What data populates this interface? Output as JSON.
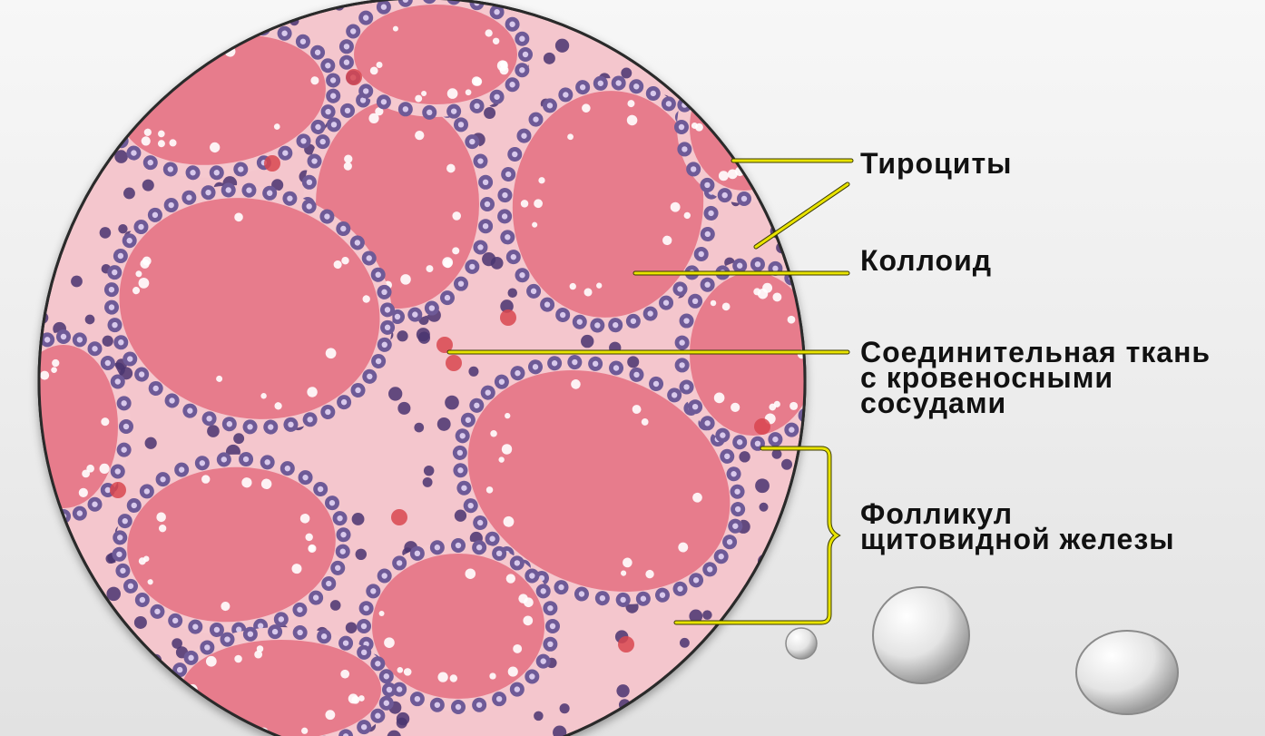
{
  "labels": {
    "thyrocytes": "Тироциты",
    "colloid": "Коллоид",
    "connective": [
      "Соединительная ткань",
      "с кровеносными",
      "сосудами"
    ],
    "follicle": [
      "Фолликул",
      "щитовидной железы"
    ]
  },
  "colors": {
    "follicle": "#e77b8c",
    "colloid_light": "#f08a9a",
    "stroma": "#f5c9cf",
    "nucleus": "#4a3470",
    "nucleus_ring": "#6e5a97",
    "leader": "#e8e300",
    "leader_outline": "#3a3a00"
  }
}
